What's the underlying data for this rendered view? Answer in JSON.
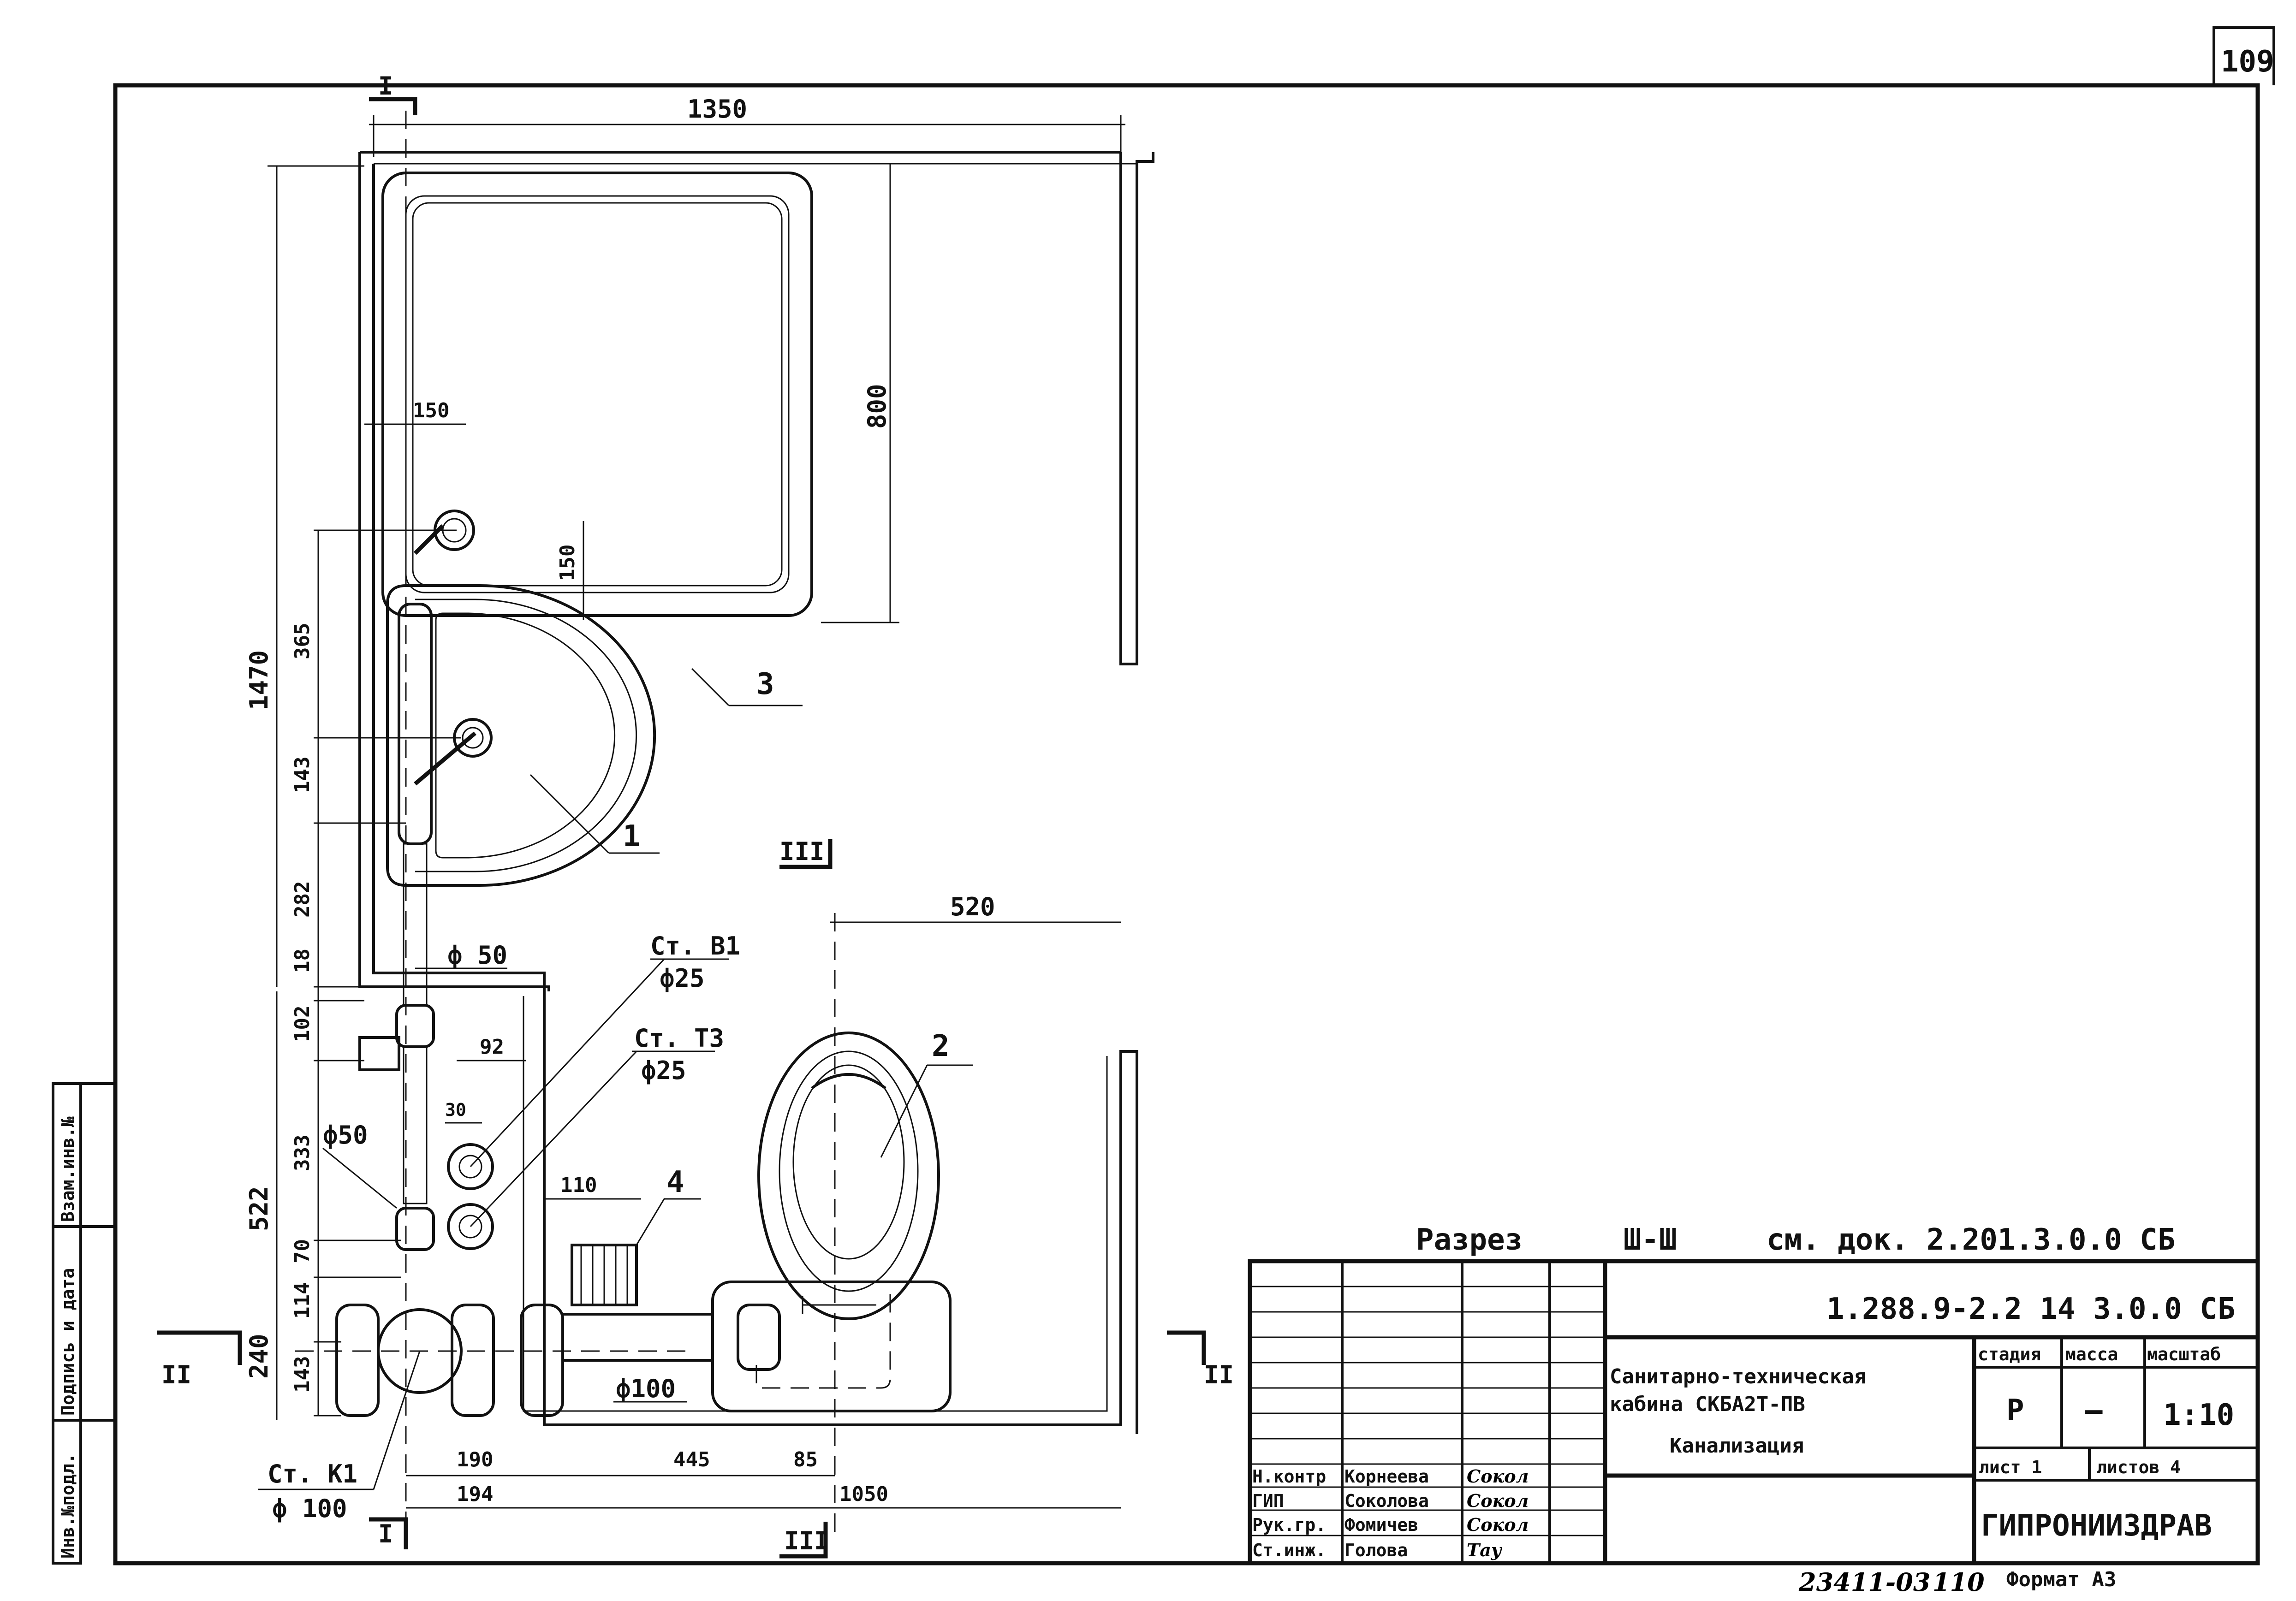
{
  "sheet_number": "109",
  "header": {
    "section": "Разрез",
    "section_mark": "Ш-Ш",
    "see_doc": "см. док. 2.201.3.0.0 СБ"
  },
  "doc_code": "1.288.9-2.2 14 3.0.0 СБ",
  "title": {
    "line1": "Санитарно-техническая",
    "line2": "кабина СКБА2Т-ПВ",
    "line3": "Канализация"
  },
  "stage_table": {
    "h_stage": "стадия",
    "h_mass": "масса",
    "h_scale": "масштаб",
    "v_stage": "Р",
    "v_mass": "—",
    "v_scale": "1:10",
    "sheet_label": "лист 1",
    "sheets_label": "листов 4"
  },
  "org": "ГИПРОНИИЗДРАВ",
  "signatures": [
    {
      "role": "Н.контр",
      "name": "Корнеева",
      "sign": "Сокол"
    },
    {
      "role": "ГИП",
      "name": "Соколова",
      "sign": "Сокол"
    },
    {
      "role": "Рук.гр.",
      "name": "Фомичев",
      "sign": "Сокол"
    },
    {
      "role": "Ст.инж.",
      "name": "Голова",
      "sign": "Тау"
    }
  ],
  "side_stamp": {
    "a": "Инв.№подл.",
    "b": "Подпись и дата",
    "c": "Взам.инв.№"
  },
  "bottom": {
    "inv": "23411-03",
    "page": "110",
    "format": "Формат А3"
  },
  "dims": {
    "d1350": "1350",
    "d800": "800",
    "d150a": "150",
    "d150b": "150",
    "d1470": "1470",
    "d365": "365",
    "d143a": "143",
    "d282": "282",
    "d18": "18",
    "d102": "102",
    "d522": "522",
    "d333": "333",
    "d70": "70",
    "d114": "114",
    "d240": "240",
    "d143b": "143",
    "d92": "92",
    "d30": "30",
    "d110": "110",
    "d520": "520",
    "d190": "190",
    "d194": "194",
    "d445": "445",
    "d85": "85",
    "d1050": "1050"
  },
  "labels": {
    "l1": "1",
    "l2": "2",
    "l3": "3",
    "l4": "4",
    "phi50a": "ф 50",
    "phi50b": "ф50",
    "stb1": "Ст. В1",
    "stb1d": "ф25",
    "stt3": "Ст. Т3",
    "stt3d": "ф25",
    "stk1": "Ст. К1",
    "stk1d": "ф 100",
    "phi100": "ф100",
    "secI_top": "I",
    "secI_bot": "I",
    "secII_l": "II",
    "secII_r": "II",
    "secIII_top": "III",
    "secIII_bot": "III"
  }
}
